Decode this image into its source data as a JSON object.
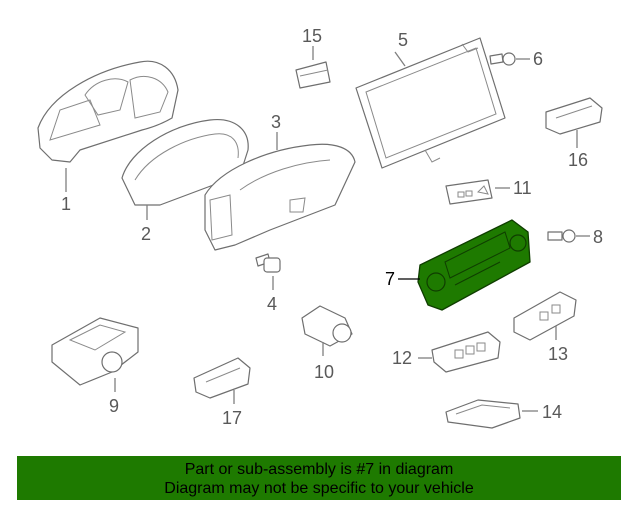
{
  "callouts": {
    "c1": "1",
    "c2": "2",
    "c3": "3",
    "c4": "4",
    "c5": "5",
    "c6": "6",
    "c7": "7",
    "c8": "8",
    "c9": "9",
    "c10": "10",
    "c11": "11",
    "c12": "12",
    "c13": "13",
    "c14": "14",
    "c15": "15",
    "c16": "16",
    "c17": "17"
  },
  "highlight_part": "7",
  "colors": {
    "banner": "#1e7a00",
    "highlight": "#1e7a00",
    "lines": "#7f7f7f"
  },
  "banner": {
    "line1": "Part or sub-assembly is #7 in diagram",
    "line2": "Diagram may not be specific to your vehicle"
  }
}
